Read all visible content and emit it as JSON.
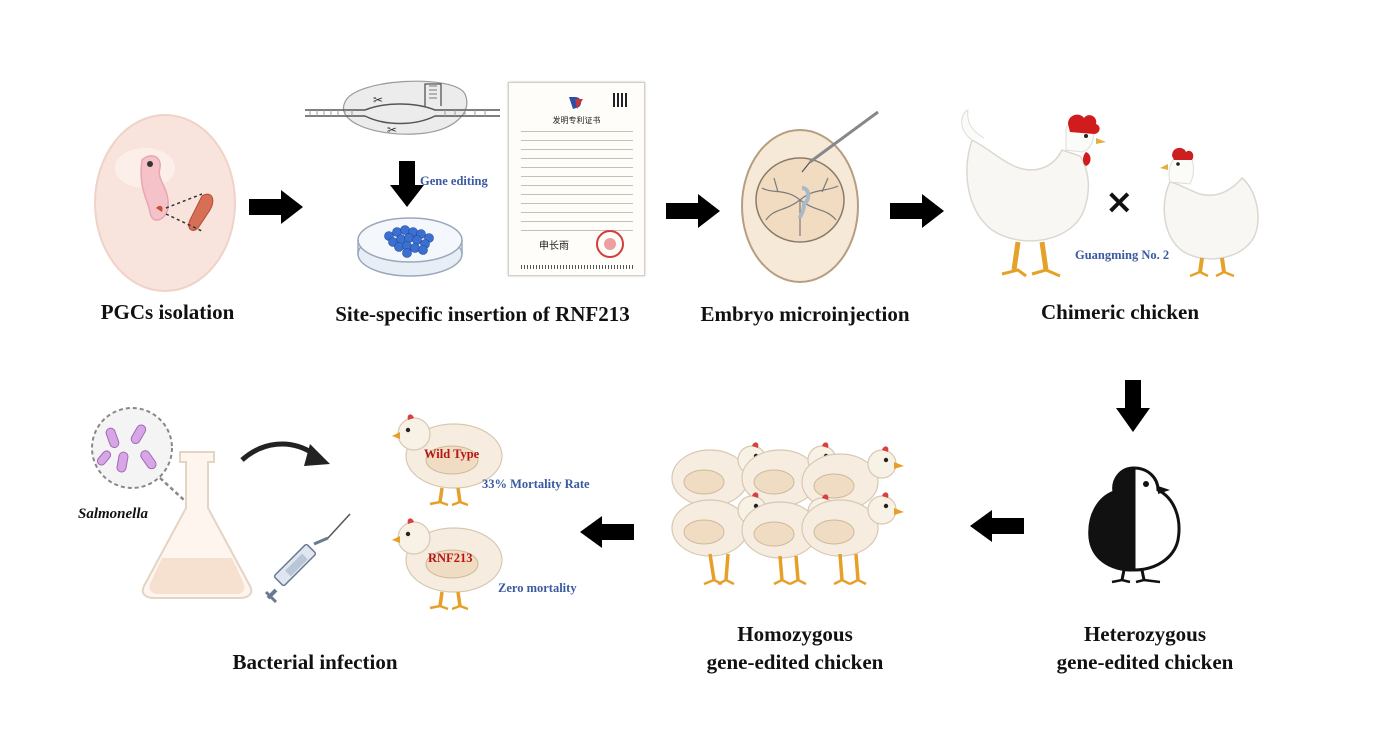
{
  "steps": {
    "pgc": "PGCs isolation",
    "insertion": "Site-specific insertion of RNF213",
    "microinjection": "Embryo microinjection",
    "chimeric": "Chimeric chicken",
    "heterozygous_line1": "Heterozygous",
    "heterozygous_line2": "gene-edited chicken",
    "homozygous_line1": "Homozygous",
    "homozygous_line2": "gene-edited chicken",
    "infection": "Bacterial infection"
  },
  "labels": {
    "gene_editing": "Gene editing",
    "guangming": "Guangming No. 2",
    "cross": "×",
    "salmonella": "Salmonella",
    "wild_type": "Wild Type",
    "wild_type_result": "33% Mortality Rate",
    "rnf213": "RNF213",
    "rnf213_result": "Zero mortality"
  },
  "certificate": {
    "title": "发明专利证书",
    "signature": "申长雨"
  },
  "colors": {
    "label_blue": "#3a5aa0",
    "label_red": "#b81414",
    "arrow": "#000000",
    "egg": "#f7e0d8",
    "chick": "#f6ede0",
    "leg": "#e8a030"
  }
}
